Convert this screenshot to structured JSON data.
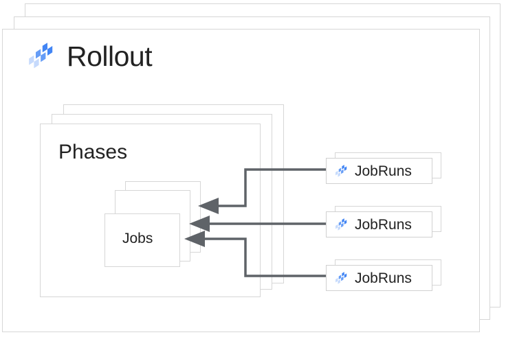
{
  "diagram": {
    "title": "Rollout",
    "type": "nested-resource-hierarchy",
    "colors": {
      "card_border": "#d6d6d6",
      "card_background": "#ffffff",
      "arrow": "#5f6368",
      "text": "#222222",
      "logo_light": "#c5dafb",
      "logo_mid": "#669df6",
      "logo_dark": "#4285f4"
    }
  },
  "rollout": {
    "label": "Rollout",
    "icon": "cloud-deploy-logo-icon",
    "stack_count": 3
  },
  "phases": {
    "label": "Phases",
    "stack_count": 3
  },
  "jobs": {
    "label": "Jobs",
    "stack_count": 3
  },
  "jobruns": [
    {
      "label": "JobRuns",
      "icon": "cloud-deploy-logo-icon",
      "stack_count": 2
    },
    {
      "label": "JobRuns",
      "icon": "cloud-deploy-logo-icon",
      "stack_count": 2
    },
    {
      "label": "JobRuns",
      "icon": "cloud-deploy-logo-icon",
      "stack_count": 2
    }
  ],
  "connections": [
    {
      "from": "jobruns.0",
      "to": "jobs",
      "style": "elbow-arrow"
    },
    {
      "from": "jobruns.1",
      "to": "jobs",
      "style": "straight-arrow"
    },
    {
      "from": "jobruns.2",
      "to": "jobs",
      "style": "elbow-arrow"
    }
  ]
}
